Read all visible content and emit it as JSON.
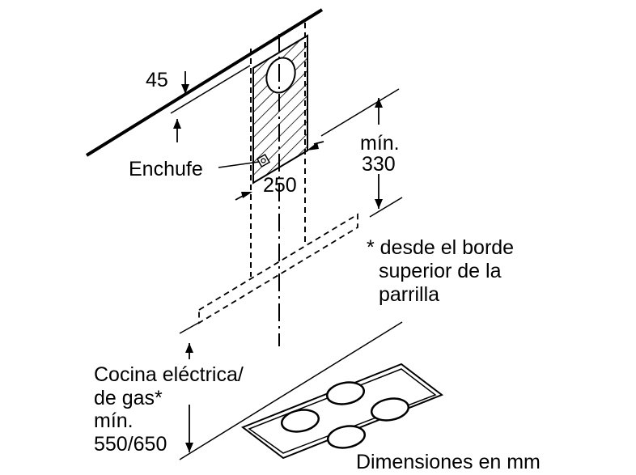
{
  "labels": {
    "offset_45": "45",
    "socket": "Enchufe",
    "width_250": "250",
    "min_330_line1": "mín.",
    "min_330_line2": "330",
    "note_line1": "* desde el borde",
    "note_line2": "superior de la",
    "note_line3": "parrilla",
    "hob_line1": "Cocina eléctrica/",
    "hob_line2": "de gas*",
    "hob_line3": "mín.",
    "hob_line4": "550/650",
    "units": "Dimensiones en mm"
  },
  "colors": {
    "ink": "#000000",
    "background": "#ffffff"
  }
}
